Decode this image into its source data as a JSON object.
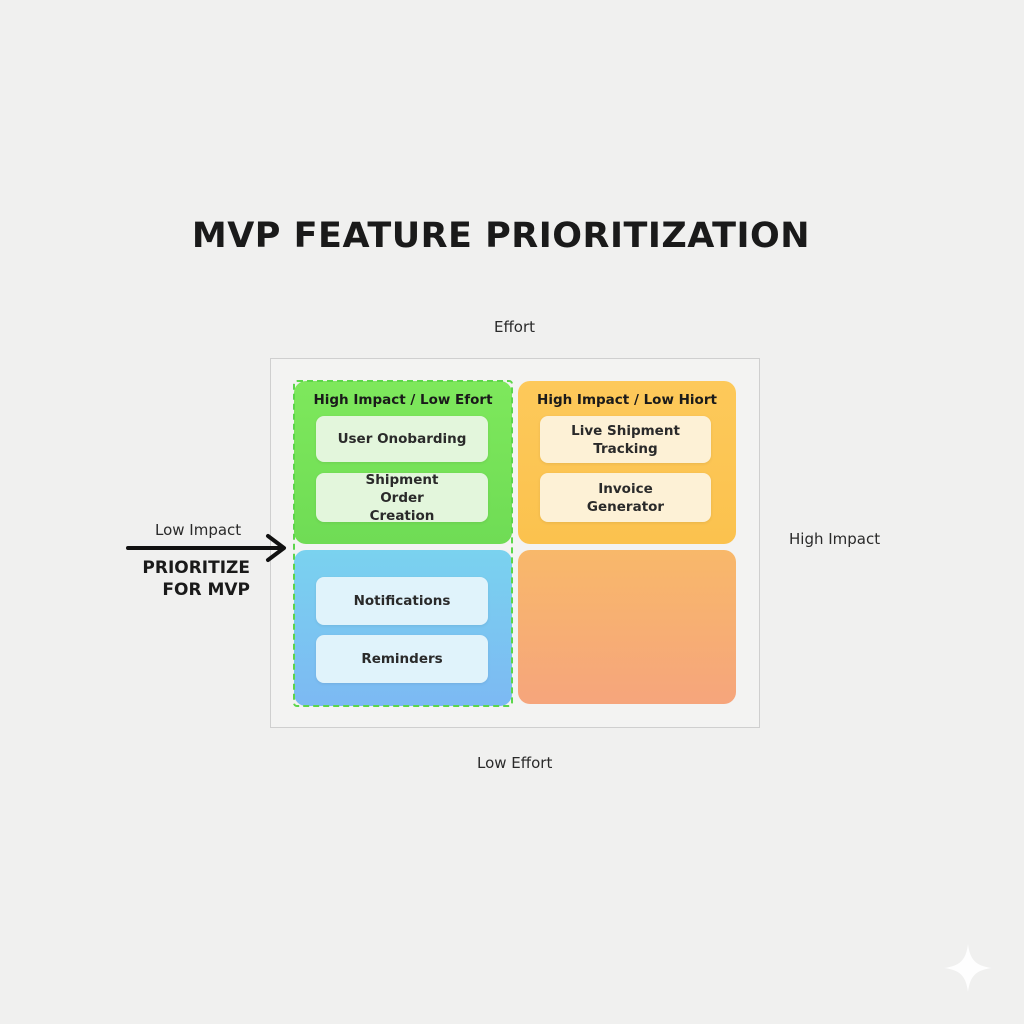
{
  "title": "MVP FEATURE PRIORITIZATION",
  "axis_labels": {
    "top": "Effort",
    "bottom": "Low Effort",
    "left": "Low Impact",
    "right": "High Impact"
  },
  "callout": {
    "line1": "PRIORITIZE",
    "line2": "FOR MVP",
    "icon": "arrow-right-icon"
  },
  "quadrants": {
    "top_left": {
      "title": "High Impact / Low Efort",
      "color": "#7ee85c",
      "items": [
        "User Onobarding",
        "Shipment Order Creation"
      ]
    },
    "top_right": {
      "title": "High Impact / Low Hiort",
      "color": "#fdc95a",
      "items": [
        "Live Shipment Tracking",
        "Invoice Generator"
      ]
    },
    "bottom_left": {
      "color": "#7ad2ef",
      "items": [
        "Notifications",
        "Reminders"
      ]
    },
    "bottom_right": {
      "color": "#f8b86a",
      "items": []
    }
  },
  "highlight_color": "#5cd64a"
}
